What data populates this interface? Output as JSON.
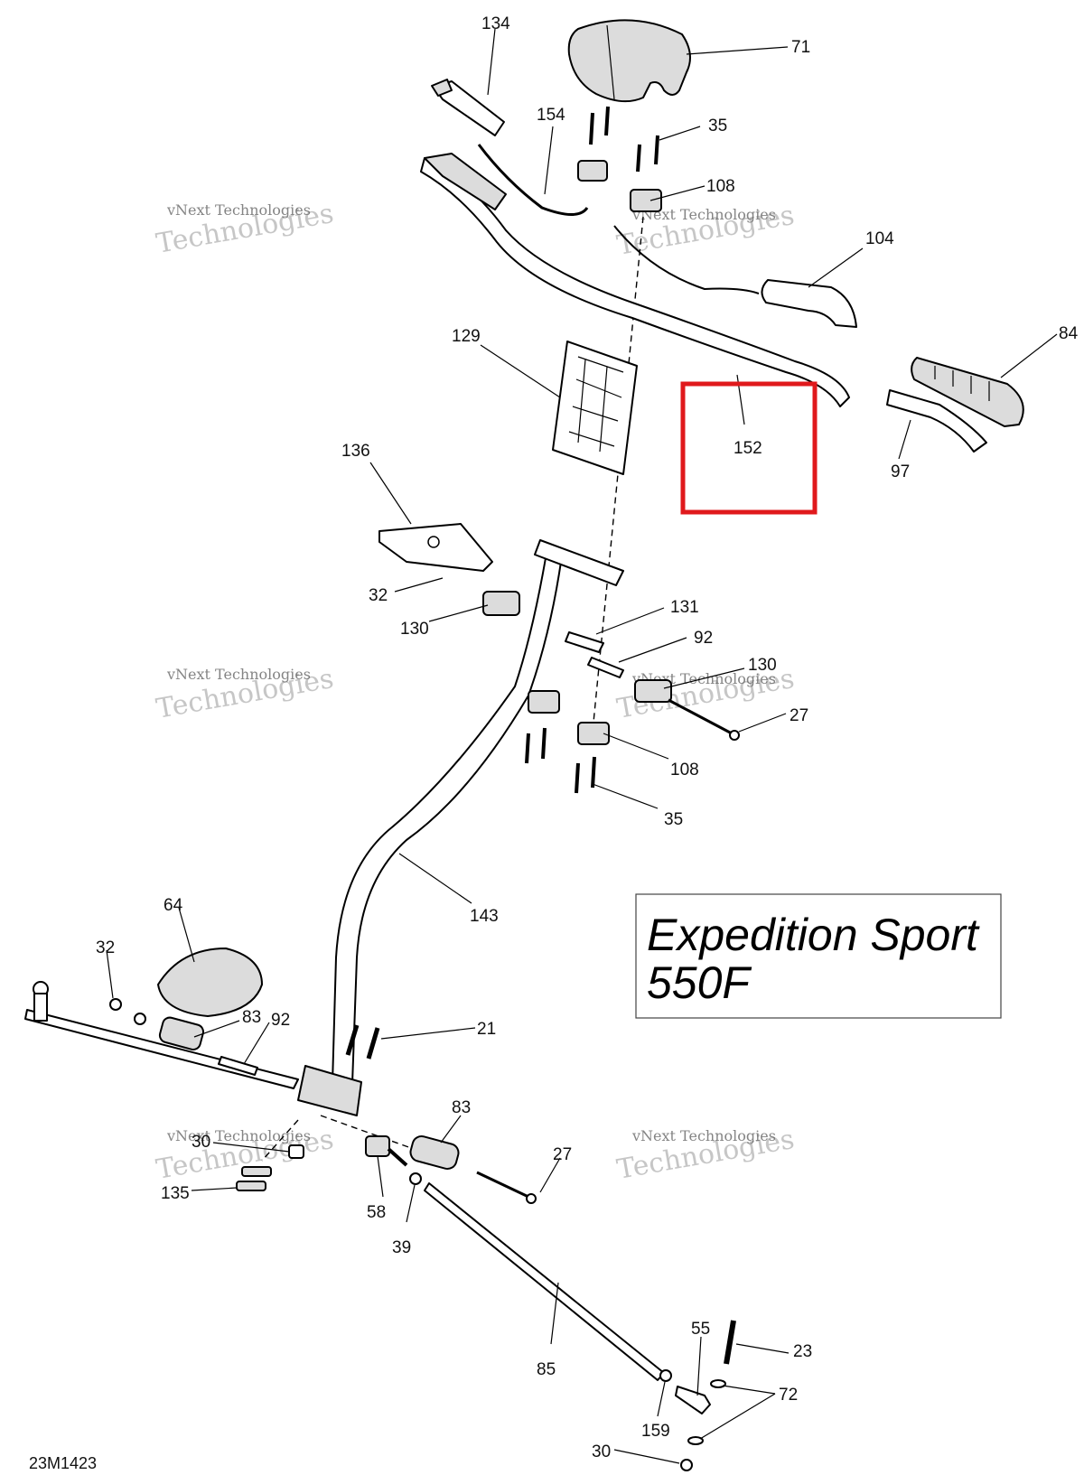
{
  "diagram": {
    "id": "23M1423",
    "model_lines": [
      "Expedition Sport",
      "550F"
    ],
    "watermark": {
      "line1": "vNext Technologies",
      "line2": "Technologies",
      "line3": "vNext"
    },
    "highlight_color": "#e0191c",
    "callouts": {
      "c134": "134",
      "c71": "71",
      "c154": "154",
      "c35a": "35",
      "c108a": "108",
      "c104": "104",
      "c84": "84",
      "c129": "129",
      "c152": "152",
      "c97": "97",
      "c136": "136",
      "c32a": "32",
      "c130a": "130",
      "c131": "131",
      "c92a": "92",
      "c130b": "130",
      "c27a": "27",
      "c108b": "108",
      "c35b": "35",
      "c143": "143",
      "c64": "64",
      "c32b": "32",
      "c83a": "83",
      "c92b": "92",
      "c21": "21",
      "c30a": "30",
      "c135": "135",
      "c83b": "83",
      "c27b": "27",
      "c58": "58",
      "c39": "39",
      "c85": "85",
      "c55": "55",
      "c23": "23",
      "c72": "72",
      "c159": "159",
      "c30b": "30"
    }
  }
}
